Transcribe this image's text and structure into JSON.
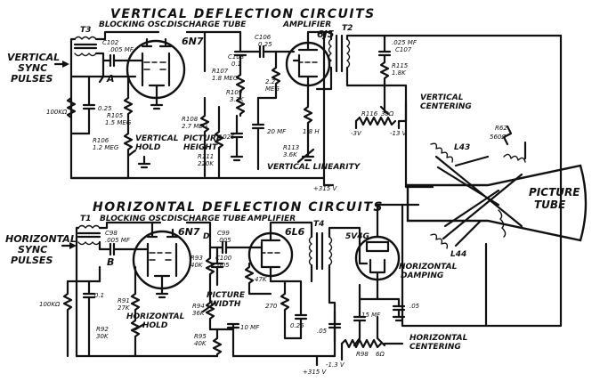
{
  "titles": {
    "vertical": "VERTICAL DEFLECTION CIRCUITS",
    "horizontal": "HORIZONTAL DEFLECTION CIRCUITS"
  },
  "vertical": {
    "input": [
      "VERTICAL",
      "SYNC",
      "PULSES"
    ],
    "transformer": "T3",
    "blocking_osc": "BLOCKING OSC.",
    "discharge_tube": "DISCHARGE TUBE",
    "amplifier": "AMPLIFIER",
    "tube_osc": "6N7",
    "tube_amp": "6J5",
    "output_transformer": "T2",
    "node": "A",
    "c102": [
      "C102",
      ".005 MF"
    ],
    "r100k": "100KΩ",
    "c025": "0.25",
    "r105": [
      "R105",
      "1.5 MEG"
    ],
    "r106": [
      "R106",
      "1.2 MEG"
    ],
    "vertical_hold": [
      "VERTICAL",
      "HOLD"
    ],
    "r108": [
      "R108",
      "2.7 MEG"
    ],
    "picture_height": [
      "PICTURE",
      "HEIGHT"
    ],
    "r111": [
      "R111",
      "220K"
    ],
    "c025b": ".025",
    "c103": [
      "C103",
      "0.1"
    ],
    "r107": [
      "R107",
      "1.8 MEG"
    ],
    "r109": [
      "R109",
      "3.3K"
    ],
    "c106": [
      "C106",
      "0.25"
    ],
    "r22": [
      "2.2",
      "MEG"
    ],
    "c20mf": "20 MF",
    "l18h": "1.8 H",
    "r113": [
      "R113",
      "3.6K"
    ],
    "vertical_linearity": "VERTICAL LINEARITY",
    "c107": [
      ".025 MF",
      "C107"
    ],
    "r115": [
      "R115",
      "1.8K"
    ],
    "r116": "R116",
    "r116_val": "30Ω",
    "vertical_centering": [
      "VERTICAL",
      "CENTERING"
    ],
    "minus3v": "-3V",
    "minus13v": "-13 V"
  },
  "supply_top": "+315 V",
  "horizontal": {
    "input": [
      "HORIZONTAL",
      "SYNC",
      "PULSES"
    ],
    "transformer": "T1",
    "blocking_osc": "BLOCKING OSC.",
    "discharge_tube": "DISCHARGE TUBE",
    "amplifier": "AMPLIFIER",
    "tube_osc": "6N7",
    "tube_amp": "6L6",
    "output_transformer": "T4",
    "damper_tube": "5V4G",
    "node": "B",
    "c98": [
      "C98",
      ".005 MF"
    ],
    "r100k": "100KΩ",
    "c01": "0.1",
    "r91": [
      "R91",
      "27K"
    ],
    "r92": [
      "R92",
      "30K"
    ],
    "horizontal_hold": [
      "HORIZONTAL",
      "HOLD"
    ],
    "r_d": "D",
    "r93": [
      "R93",
      "40K"
    ],
    "c99": [
      "C99",
      ".005"
    ],
    "c100": [
      "C100",
      ".005"
    ],
    "r47k": "47K",
    "r94": [
      "R94",
      "36K"
    ],
    "picture_width": [
      "PICTURE",
      "WIDTH"
    ],
    "r95": [
      "R95",
      "40K"
    ],
    "c10mf": "10 MF",
    "r270": "270",
    "c025": "0.25",
    "horizontal_damping": [
      "HORIZONTAL",
      "DAMPING"
    ],
    "c05": ".05",
    "c05b": ".05",
    "c15mf": "15 MF",
    "r98": "R98",
    "r98_val": "6Ω",
    "horizontal_centering": [
      "HORIZONTAL",
      "CENTERING"
    ],
    "minus13v": "-1.3 V"
  },
  "supply_bottom": "+315 V",
  "yoke": {
    "l43": "L43",
    "l44": "L44",
    "r62": "R62",
    "r62_val": "560Ω",
    "picture_tube": [
      "PICTURE",
      "TUBE"
    ]
  }
}
